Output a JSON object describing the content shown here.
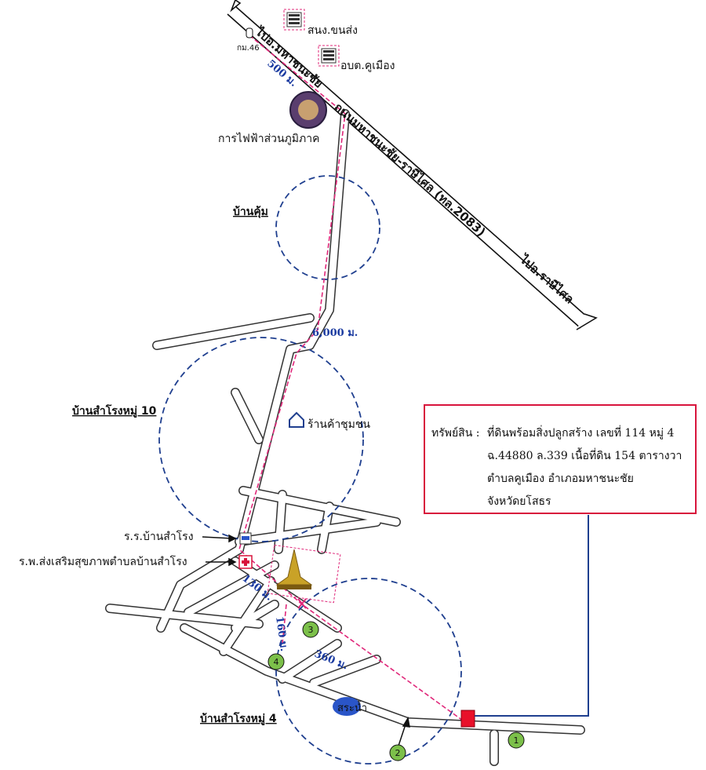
{
  "places": {
    "snong": "สนง.ขนส่ง",
    "obt": "อบต.คูเมือง",
    "km46": "กม.46",
    "pea": "การไฟฟ้าส่วนภูมิภาค",
    "ban_khum": "บ้านคุ้ม",
    "samrong10": "บ้านสำโรงหมู่ 10",
    "community_shop": "ร้านค้าชุมชน",
    "school": "ร.ร.บ้านสำโรง",
    "hospital": "ร.พ.ส่งเสริมสุขภาพตำบลบ้านสำโรง",
    "samrong4": "บ้านสำโรงหมู่ 4",
    "pond": "สระน้ำ"
  },
  "roads": {
    "to_mahachanachai": "ไปอ.มหาชนะชัย",
    "main_road": "ถนนมหาชนะชัย-ราษีไศล (ทล.2083)",
    "to_rasi_salai": "ไปอ.ราษีไศล"
  },
  "distances": {
    "d500": "500 ม.",
    "d6000": "6,000 ม.",
    "d130": "130 ม.",
    "d160": "160 ม.",
    "d360": "360 ม."
  },
  "markers": [
    "1",
    "2",
    "3",
    "4"
  ],
  "property": {
    "label": "ทรัพย์สิน :",
    "line1": "ที่ดินพร้อมสิ่งปลูกสร้าง เลขที่ 114 หมู่ 4",
    "line2": "ฉ.44880  ล.339  เนื้อที่ดิน 154 ตารางวา",
    "line3": "ตำบลคูเมือง  อำเภอมหาชนะชัย",
    "line4": "จังหวัดยโสธร"
  },
  "colors": {
    "route": "#e0287a",
    "circle": "#1f3f8f",
    "property": "#e8102a",
    "marker_fill": "#7cc04a"
  }
}
